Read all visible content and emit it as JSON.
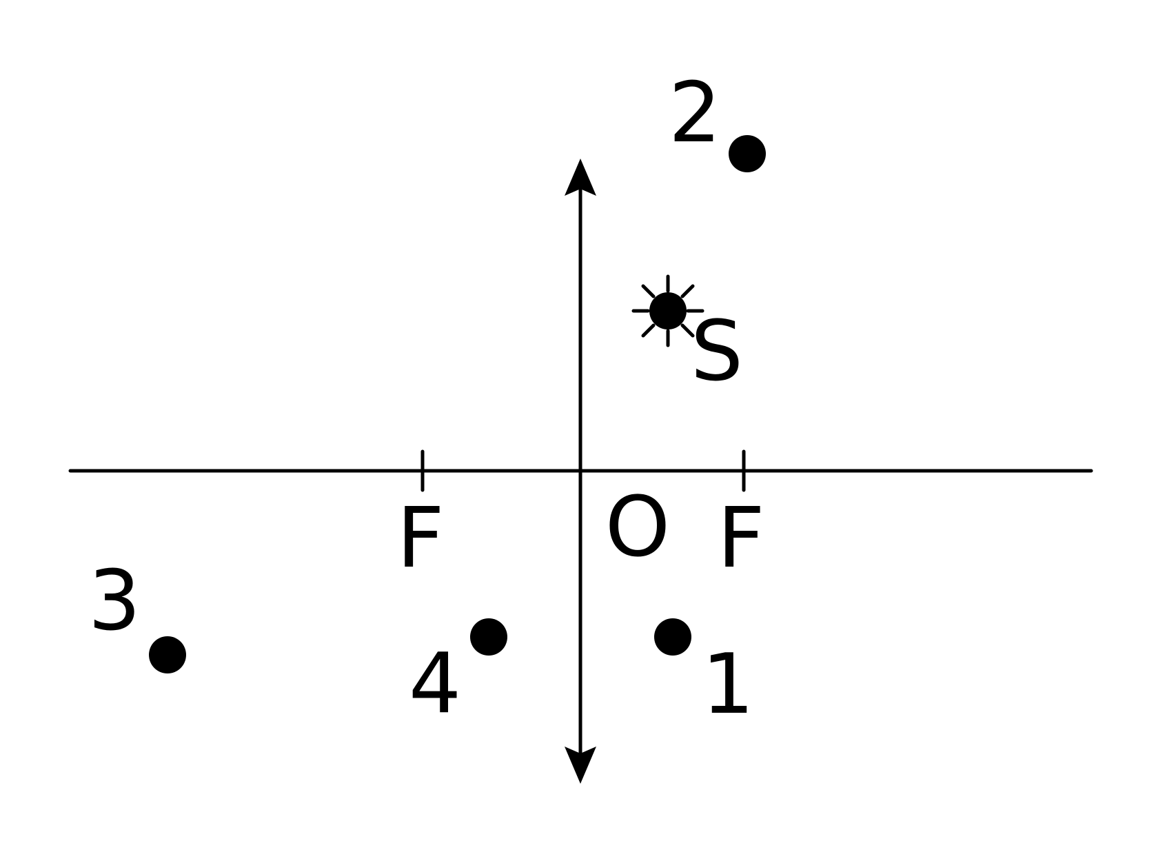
{
  "diagram": {
    "labels": {
      "optical_center": "O",
      "focus_left": "F",
      "focus_right": "F",
      "source": "S",
      "point_1": "1",
      "point_2": "2",
      "point_3": "3",
      "point_4": "4"
    },
    "colors": {
      "ink": "#000000",
      "background": "#ffffff"
    },
    "icons": {
      "source": "light-source-icon"
    }
  }
}
